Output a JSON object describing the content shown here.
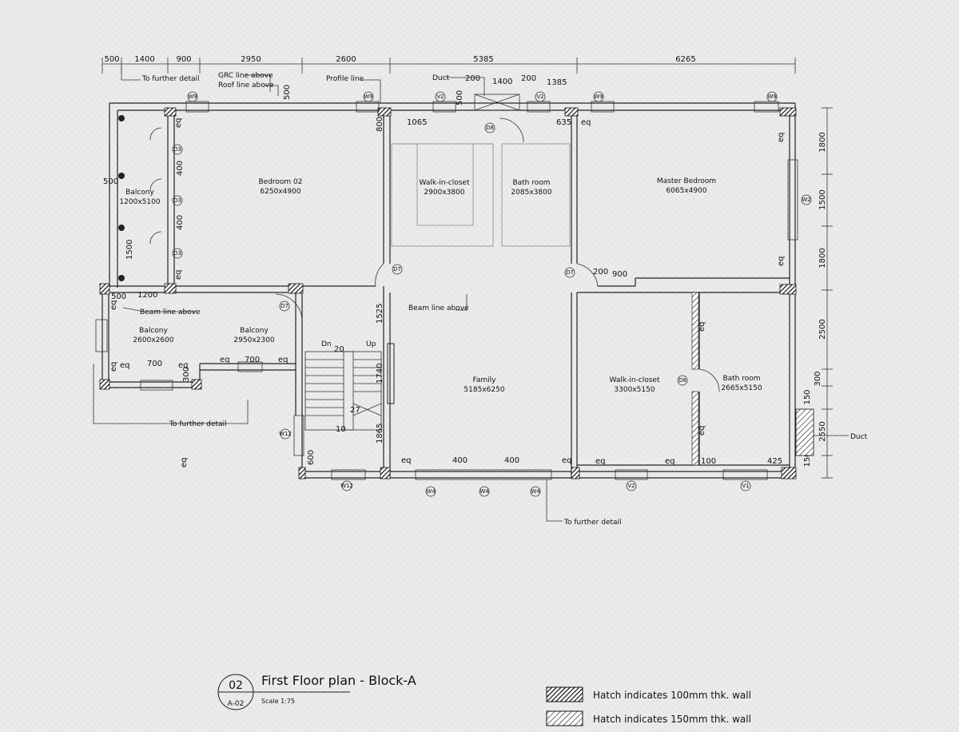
{
  "drawing": {
    "title": "First Floor plan - Block-A",
    "scale": "Scale 1:75",
    "ref_number": "02",
    "sheet": "A-02"
  },
  "legend": [
    {
      "text": "Hatch indicates 100mm thk. wall",
      "pattern": "hatch-100"
    },
    {
      "text": "Hatch indicates 150mm thk. wall",
      "pattern": "hatch-150"
    }
  ],
  "rooms": [
    {
      "name": "Bedroom 02",
      "size": "6250x4900"
    },
    {
      "name": "Walk-in-closet",
      "size": "2900x3800"
    },
    {
      "name": "Bath room",
      "size": "2085x3800"
    },
    {
      "name": "Master Bedroom",
      "size": "6065x4900"
    },
    {
      "name": "Balcony",
      "size": "1200x5100"
    },
    {
      "name": "Balcony",
      "size": "2600x2600"
    },
    {
      "name": "Balcony",
      "size": "2950x2300"
    },
    {
      "name": "Family",
      "size": "5185x6250"
    },
    {
      "name": "Walk-in-closet",
      "size": "3300x5150"
    },
    {
      "name": "Bath room",
      "size": "2665x5150"
    }
  ],
  "top_dimensions": [
    "500",
    "1400",
    "900",
    "2950",
    "2600",
    "5385",
    "6265"
  ],
  "right_dimensions": [
    "1800",
    "1500",
    "1800",
    "2500",
    "300",
    "150",
    "2550",
    "150"
  ],
  "inner_dimensions": [
    "500",
    "800",
    "1065",
    "200",
    "1400",
    "200",
    "1385",
    "635",
    "500",
    "500",
    "400",
    "400",
    "1500",
    "500",
    "1200",
    "200",
    "900",
    "1525",
    "20",
    "1740",
    "27",
    "10",
    "1865",
    "700",
    "700",
    "300",
    "600",
    "400",
    "400",
    "100",
    "425"
  ],
  "eq_labels": [
    "eq",
    "eq",
    "eq",
    "eq",
    "eq",
    "eq",
    "eq",
    "eq",
    "eq",
    "eq",
    "eq",
    "eq",
    "eq",
    "eq",
    "eq",
    "eq",
    "eq",
    "eq"
  ],
  "annotations": [
    "To further detail",
    "GRC line above",
    "Roof line above",
    "Profile line",
    "Duct",
    "Beam line above",
    "Beam line above",
    "To further detail",
    "To further detail",
    "Duct",
    "Dn",
    "Up"
  ],
  "tags": [
    "W9",
    "W9",
    "V2",
    "V2",
    "W9",
    "W9",
    "W2",
    "D8",
    "D3",
    "D3",
    "D3",
    "D7",
    "D7",
    "D7",
    "D8",
    "W12",
    "W12",
    "W4",
    "W4",
    "W4",
    "V2",
    "V1"
  ]
}
